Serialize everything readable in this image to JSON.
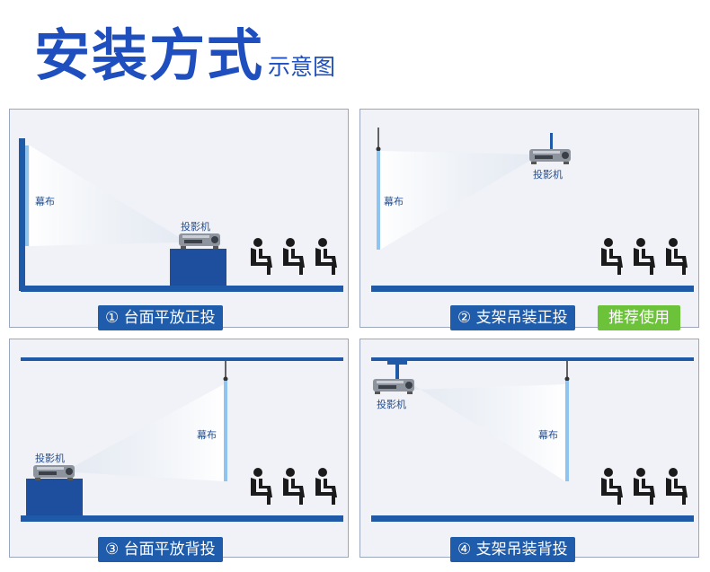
{
  "title": {
    "main": "安装方式",
    "sub": "示意图"
  },
  "panels": [
    {
      "caption": "① 台面平放正投",
      "screen_label": "幕布",
      "projector_label": "投影机"
    },
    {
      "caption": "② 支架吊装正投",
      "screen_label": "幕布",
      "projector_label": "投影机",
      "badge": "推荐使用"
    },
    {
      "caption": "③ 台面平放背投",
      "screen_label": "幕布",
      "projector_label": "投影机"
    },
    {
      "caption": "④ 支架吊装背投",
      "screen_label": "幕布",
      "projector_label": "投影机"
    }
  ],
  "colors": {
    "brand_blue": "#1f4fbf",
    "caption_blue": "#1f5cab",
    "recommend_green": "#6cc33a",
    "screen": "#8fc3f0",
    "floor": "#1e5aa8"
  },
  "icons": [
    "projector-icon",
    "seat-person-icon",
    "screen-icon"
  ]
}
